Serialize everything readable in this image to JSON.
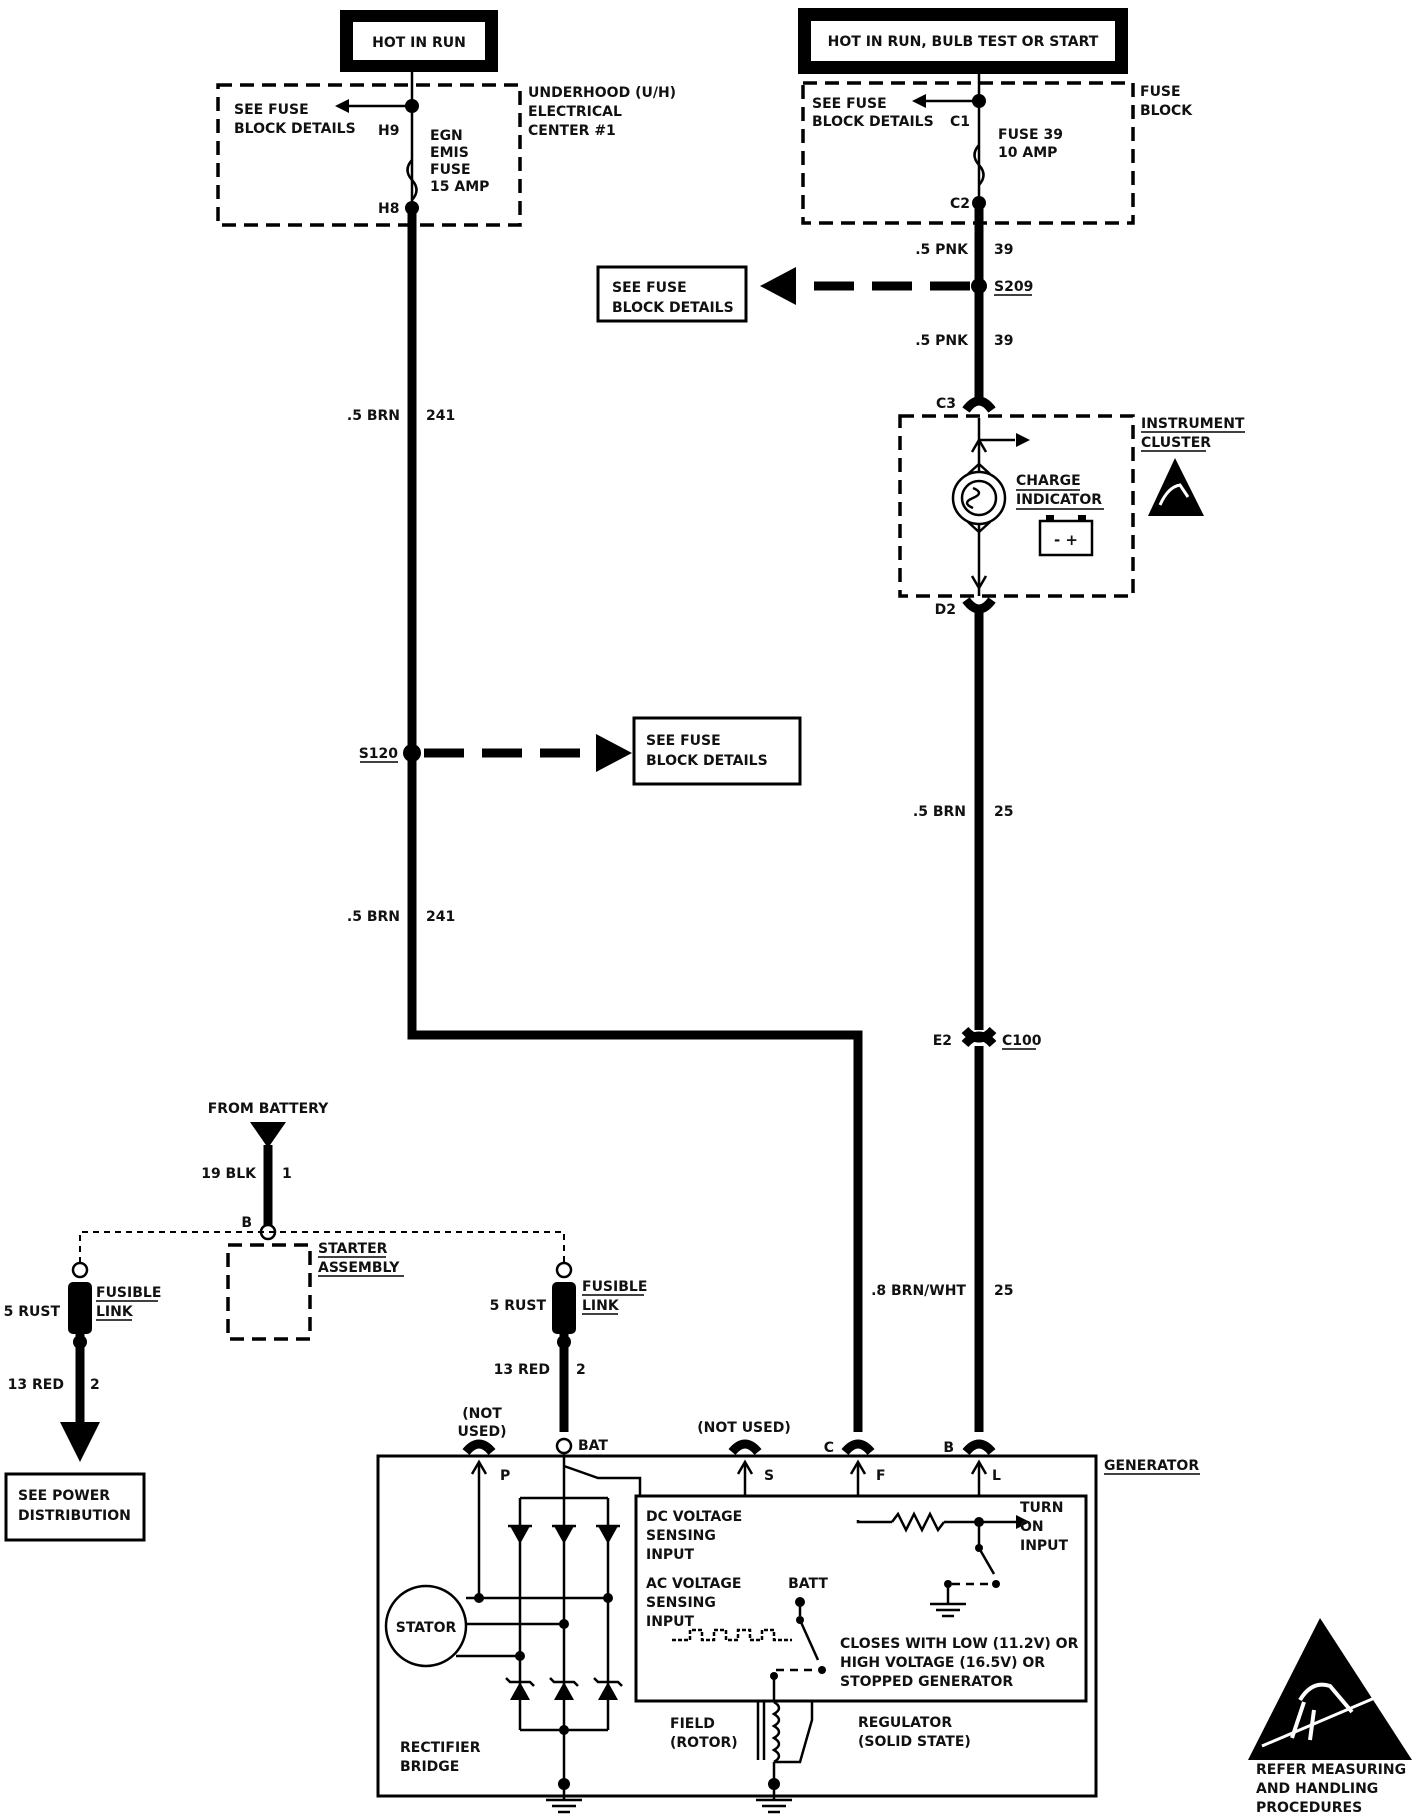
{
  "power": {
    "left_header": "HOT IN RUN",
    "right_header": "HOT IN RUN, BULB TEST OR START"
  },
  "fuse_left": {
    "see_fuse_1": "SEE FUSE",
    "see_fuse_2": "BLOCK DETAILS",
    "top_pin": "H9",
    "bottom_pin": "H8",
    "fuse_1": "EGN",
    "fuse_2": "EMIS",
    "fuse_3": "FUSE",
    "fuse_4": "15 AMP",
    "center_1": "UNDERHOOD (U/H)",
    "center_2": "ELECTRICAL",
    "center_3": "CENTER #1"
  },
  "fuse_right": {
    "see_fuse_1": "SEE FUSE",
    "see_fuse_2": "BLOCK DETAILS",
    "top_pin": "C1",
    "bottom_pin": "C2",
    "fuse_1": "FUSE 39",
    "fuse_2": "10 AMP",
    "block_1": "FUSE",
    "block_2": "BLOCK"
  },
  "wires": {
    "pnk_gauge": ".5 PNK",
    "pnk_circuit": "39",
    "splice_right": "S209",
    "splice_left": "S120",
    "brn_gauge": ".5 BRN",
    "brn_circuit": "241",
    "brn25_gauge": ".5 BRN",
    "brn25_circuit": "25",
    "brnwht_gauge": ".8 BRN/WHT",
    "brnwht_circuit": "25",
    "c3": "C3",
    "d2": "D2",
    "e2": "E2",
    "c100": "C100"
  },
  "see_fuse_boxes": {
    "line1": "SEE FUSE",
    "line2": "BLOCK DETAILS"
  },
  "cluster": {
    "label_1": "INSTRUMENT",
    "label_2": "CLUSTER",
    "charge_1": "CHARGE",
    "charge_2": "INDICATOR",
    "battery_symbol": "- +"
  },
  "battery_feed": {
    "from_battery": "FROM BATTERY",
    "blk_gauge": "19 BLK",
    "blk_circuit": "1",
    "b_terminal": "B",
    "starter_1": "STARTER",
    "starter_2": "ASSEMBLY",
    "left_rust": "5 RUST",
    "left_fusible_1": "FUSIBLE",
    "left_fusible_2": "LINK",
    "left_red": "13 RED",
    "left_red_circuit": "2",
    "right_rust": "5 RUST",
    "right_fusible_1": "FUSIBLE",
    "right_fusible_2": "LINK",
    "right_red": "13 RED",
    "right_red_circuit": "2",
    "see_power_1": "SEE POWER",
    "see_power_2": "DISTRIBUTION"
  },
  "generator": {
    "label": "GENERATOR",
    "not_used_p_1": "(NOT",
    "not_used_p_2": "USED)",
    "not_used_s": "(NOT USED)",
    "bat": "BAT",
    "pin_c": "C",
    "pin_b": "B",
    "term_p": "P",
    "term_s": "S",
    "term_f": "F",
    "term_l": "L",
    "dc_1": "DC VOLTAGE",
    "dc_2": "SENSING",
    "dc_3": "INPUT",
    "ac_1": "AC VOLTAGE",
    "ac_2": "SENSING",
    "ac_3": "INPUT",
    "batt": "BATT",
    "turn_1": "TURN",
    "turn_2": "ON",
    "turn_3": "INPUT",
    "closes_1": "CLOSES WITH LOW (11.2V) OR",
    "closes_2": "HIGH VOLTAGE (16.5V) OR",
    "closes_3": "STOPPED GENERATOR",
    "stator": "STATOR",
    "rect_1": "RECTIFIER",
    "rect_2": "BRIDGE",
    "field_1": "FIELD",
    "field_2": "(ROTOR)",
    "reg_1": "REGULATOR",
    "reg_2": "(SOLID STATE)"
  },
  "esd": {
    "line1": "REFER MEASURING",
    "line2": "AND HANDLING",
    "line3": "PROCEDURES"
  }
}
